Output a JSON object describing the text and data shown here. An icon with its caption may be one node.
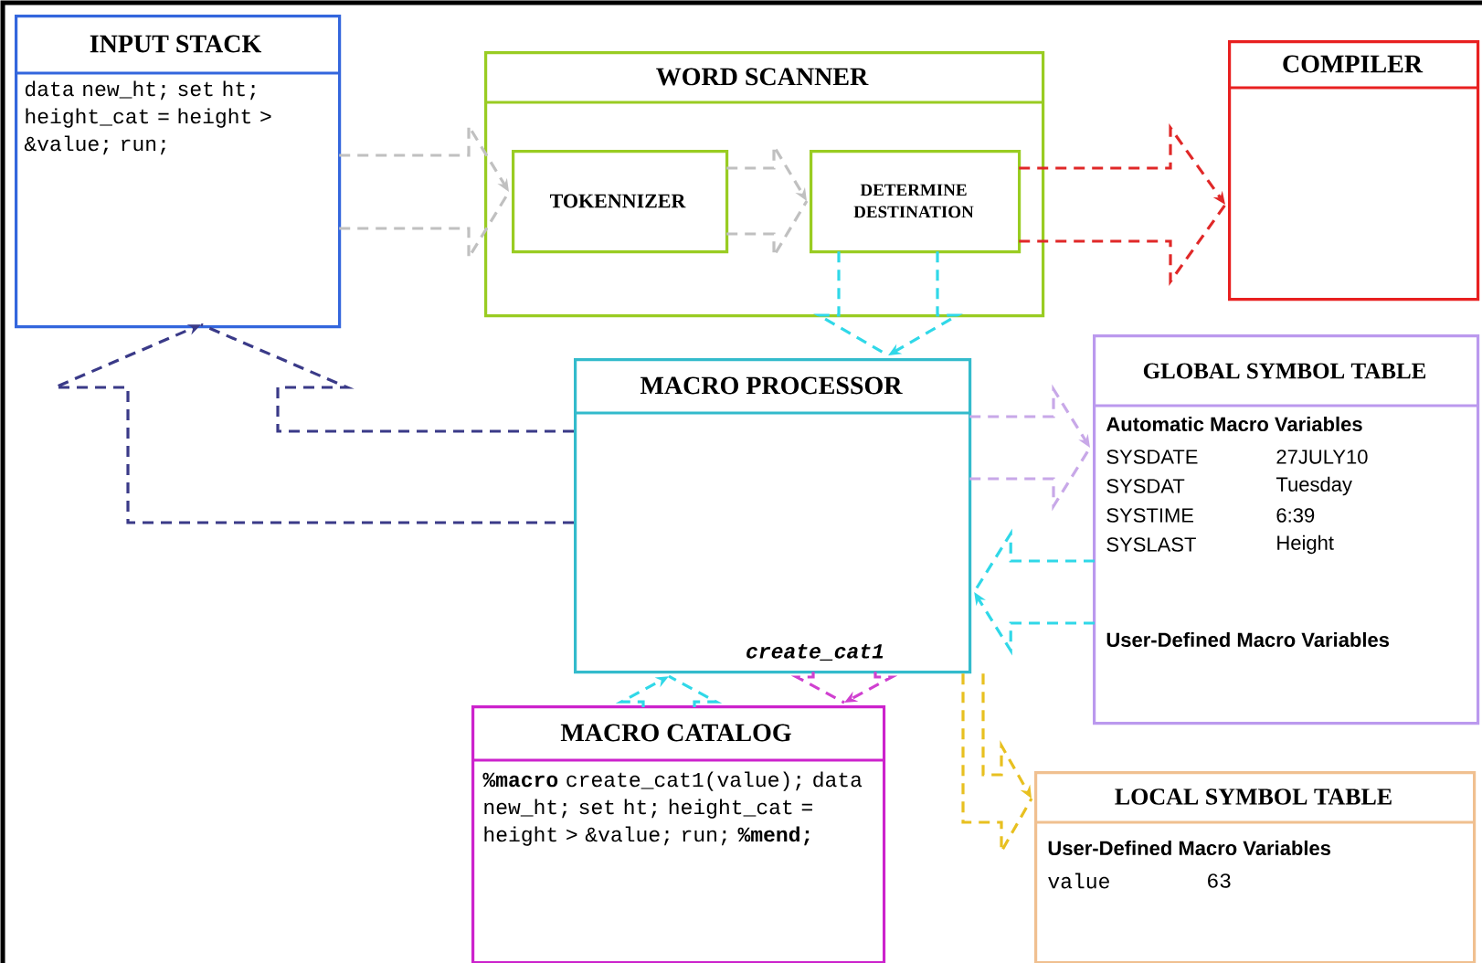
{
  "diagram": {
    "nodes": [
      {
        "text": [
          "INPUT STACK",
          "data new_ht; set ht; height_cat = height > &value; run;"
        ]
      },
      {
        "text": [
          "WORD SCANNER"
        ]
      },
      {
        "text": [
          "TOKENNIZER"
        ],
        "in": 1
      },
      {
        "text": [
          "DETERMINE DESTINATION"
        ],
        "in": 1
      },
      {
        "text": [
          "COMPILER"
        ]
      },
      {
        "text": [
          "MACRO PROCESSOR"
        ]
      },
      {
        "text": [
          "GLOBAL SYMBOL TABLE",
          "Automatic Macro Variables",
          "SYSDATE",
          "27JULY10",
          "SYSDAT",
          "Tuesday",
          "SYSTIME",
          "6:39",
          "SYSLAST",
          "Height",
          "User-Defined Macro Variables"
        ]
      },
      {
        "text": [
          "MACRO CATALOG",
          "**%macro** create_cat1(value); data new_ht; set ht; height_cat = height > &value; run; **%mend;**"
        ]
      },
      {
        "text": [
          "LOCAL SYMBOL TABLE",
          "User-Defined Macro Variables",
          "value",
          "63"
        ]
      }
    ],
    "edges": [
      {
        "from": 0,
        "to": 2,
        "arrow": "to",
        "color": "#c0c0c0"
      },
      {
        "from": 2,
        "to": 3,
        "arrow": "to",
        "color": "#c0c0c0"
      },
      {
        "from": 3,
        "to": 4,
        "arrow": "to",
        "color": "#e02828"
      },
      {
        "from": 3,
        "to": 5,
        "arrow": "to",
        "color": "#30d8e8"
      },
      {
        "from": 5,
        "to": 0,
        "arrow": "to",
        "color": "#3a3a88"
      },
      {
        "from": 5,
        "to": 6,
        "arrow": "to",
        "color": "#c8a8e8"
      },
      {
        "from": 6,
        "to": 5,
        "arrow": "to",
        "color": "#30d8e8"
      },
      {
        "from": 7,
        "to": 5,
        "arrow": "to",
        "color": "#30d8e8"
      },
      {
        "from": 5,
        "to": 7,
        "arrow": "to",
        "color": "#d040d0",
        "label": "create_cat1"
      },
      {
        "from": 5,
        "to": 8,
        "arrow": "to",
        "color": "#e8c020"
      }
    ]
  }
}
